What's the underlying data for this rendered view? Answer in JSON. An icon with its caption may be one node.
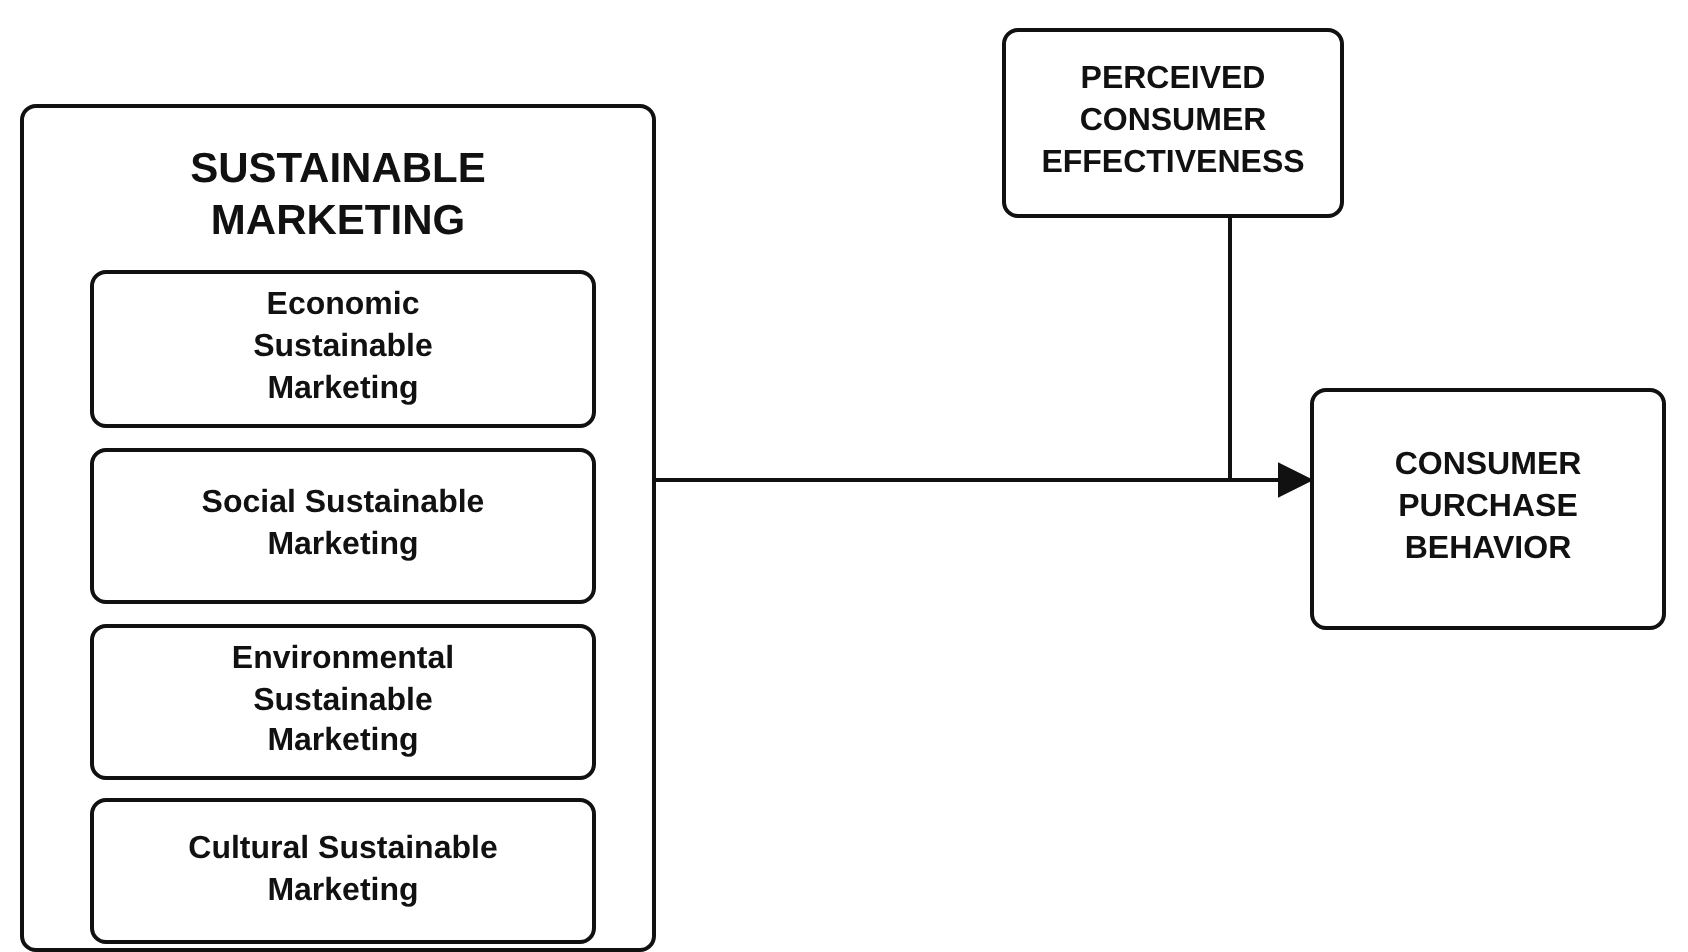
{
  "diagram": {
    "nodes": [
      {
        "text": [
          "SUSTAINABLE MARKETING"
        ]
      },
      {
        "text": [
          "Economic Sustainable Marketing"
        ],
        "in": 0
      },
      {
        "text": [
          "Social Sustainable Marketing"
        ],
        "in": 0
      },
      {
        "text": [
          "Environmental Sustainable Marketing"
        ],
        "in": 0
      },
      {
        "text": [
          "Cultural Sustainable Marketing"
        ],
        "in": 0
      },
      {
        "text": [
          "PERCEIVED CONSUMER EFFECTIVENESS"
        ]
      },
      {
        "text": [
          "CONSUMER PURCHASE BEHAVIOR"
        ]
      }
    ],
    "edges": [
      {
        "from": 0,
        "to": 6,
        "arrow": "to"
      },
      {
        "from": 5,
        "to": null,
        "arrow": "none"
      }
    ]
  }
}
